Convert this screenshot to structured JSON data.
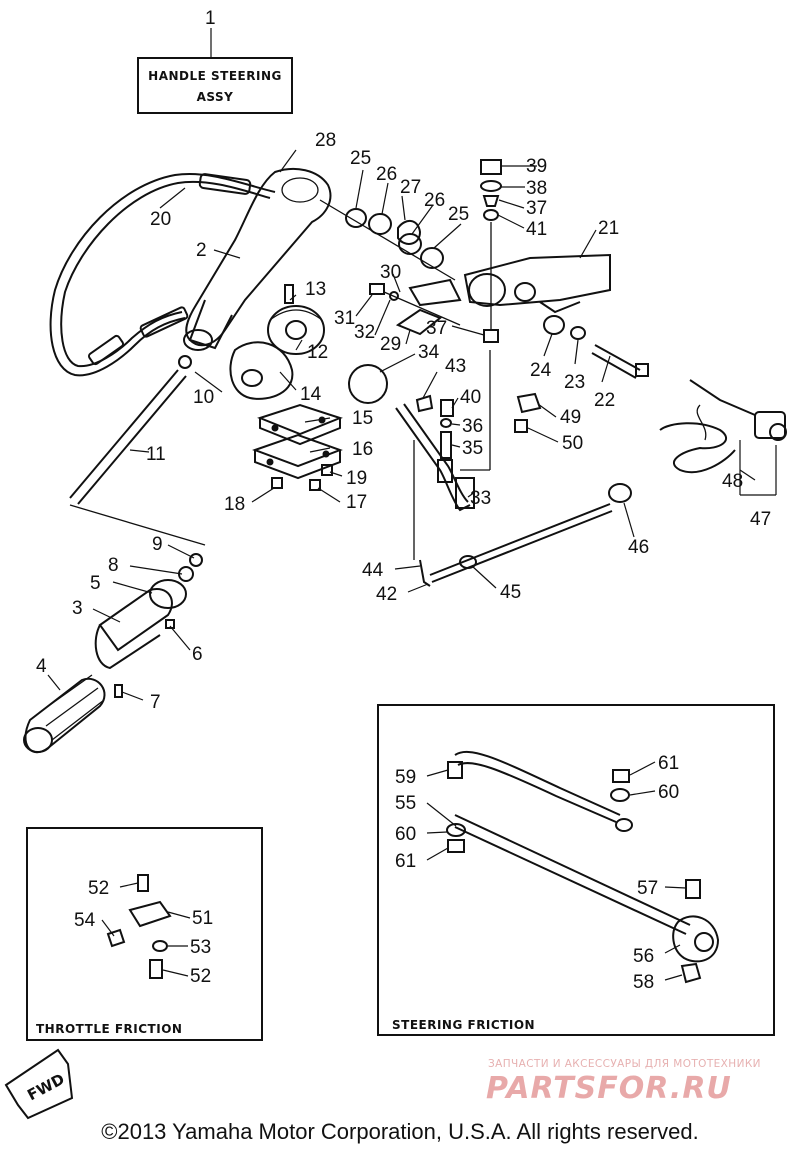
{
  "title_box": {
    "line1": "HANDLE STEERING",
    "line2": "ASSY"
  },
  "callouts": {
    "c1": "1",
    "c2": "2",
    "c3": "3",
    "c4": "4",
    "c5": "5",
    "c6": "6",
    "c7": "7",
    "c8": "8",
    "c9": "9",
    "c10": "10",
    "c11": "11",
    "c12": "12",
    "c13": "13",
    "c14": "14",
    "c15": "15",
    "c16": "16",
    "c17": "17",
    "c18": "18",
    "c19": "19",
    "c20": "20",
    "c21": "21",
    "c22": "22",
    "c23": "23",
    "c24": "24",
    "c25": "25",
    "c26": "26",
    "c27": "27",
    "c28": "28",
    "c29": "29",
    "c30": "30",
    "c31": "31",
    "c32": "32",
    "c33": "33",
    "c34": "34",
    "c35": "35",
    "c36": "36",
    "c37": "37",
    "c38": "38",
    "c39": "39",
    "c40": "40",
    "c41": "41",
    "c42": "42",
    "c43": "43",
    "c44": "44",
    "c45": "45",
    "c46": "46",
    "c47": "47",
    "c48": "48",
    "c49": "49",
    "c50": "50",
    "c51": "51",
    "c52": "52",
    "c53": "53",
    "c54": "54",
    "c55": "55",
    "c56": "56",
    "c57": "57",
    "c58": "58",
    "c59": "59",
    "c60": "60",
    "c61": "61"
  },
  "sections": {
    "throttle_friction": "THROTTLE FRICTION",
    "steering_friction": "STEERING FRICTION"
  },
  "fwd_label": "FWD",
  "watermark": {
    "tagline": "ЗАПЧАСТИ И АКСЕССУАРЫ ДЛЯ МОТОТЕХНИКИ",
    "logo": "PARTSFOR.RU"
  },
  "copyright": "©2013 Yamaha Motor Corporation, U.S.A. All rights reserved."
}
